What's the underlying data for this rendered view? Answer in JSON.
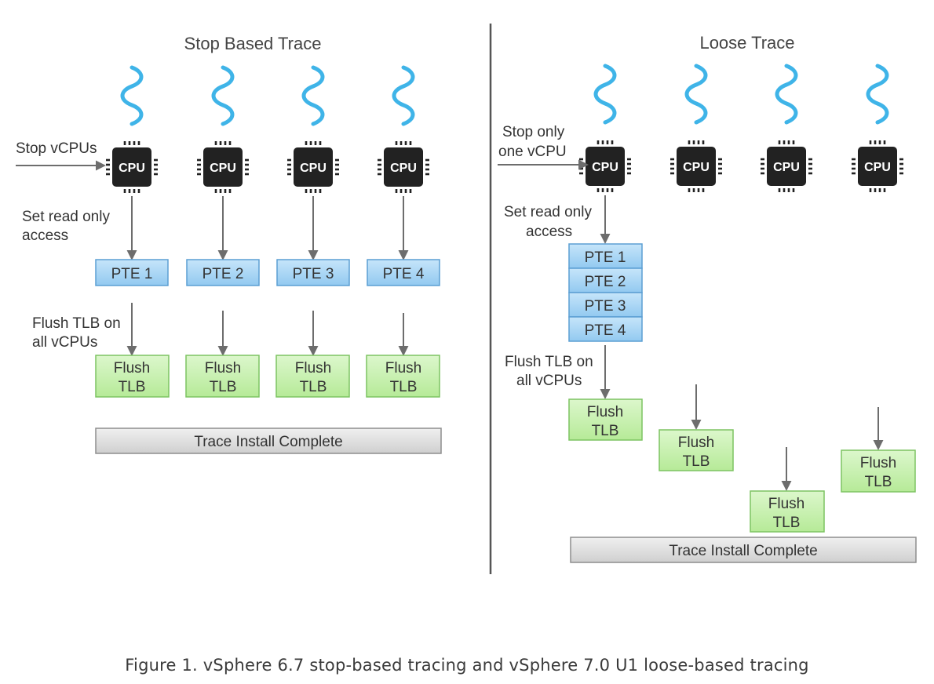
{
  "left": {
    "title": "Stop Based Trace",
    "stop_label": "Stop vCPUs",
    "set_label": [
      "Set read only",
      "access"
    ],
    "flush_label": [
      "Flush TLB on",
      "all vCPUs"
    ],
    "cpus": [
      "CPU",
      "CPU",
      "CPU",
      "CPU"
    ],
    "ptes": [
      "PTE 1",
      "PTE 2",
      "PTE 3",
      "PTE 4"
    ],
    "flush": [
      [
        "Flush",
        "TLB"
      ],
      [
        "Flush",
        "TLB"
      ],
      [
        "Flush",
        "TLB"
      ],
      [
        "Flush",
        "TLB"
      ]
    ],
    "complete": "Trace Install Complete"
  },
  "right": {
    "title": "Loose Trace",
    "stop_label": [
      "Stop only",
      "one vCPU"
    ],
    "set_label": [
      "Set read only",
      "access"
    ],
    "flush_label": [
      "Flush TLB on",
      "all vCPUs"
    ],
    "cpus": [
      "CPU",
      "CPU",
      "CPU",
      "CPU"
    ],
    "ptes": [
      "PTE 1",
      "PTE 2",
      "PTE 3",
      "PTE 4"
    ],
    "flush": [
      [
        "Flush",
        "TLB"
      ],
      [
        "Flush",
        "TLB"
      ],
      [
        "Flush",
        "TLB"
      ],
      [
        "Flush",
        "TLB"
      ]
    ],
    "complete": "Trace Install Complete"
  },
  "caption": "Figure 1. vSphere 6.7 stop-based tracing and vSphere 7.0 U1 loose-based tracing",
  "colors": {
    "wave": "#3fb4e8",
    "cpu": "#222222",
    "arrow": "#6d6d6d",
    "pte_fill": "#a9d6f5",
    "pte_border": "#5c9fd3",
    "flush_fill": "#c9f0b3",
    "flush_border": "#7dc462",
    "complete_fill": "#dedede",
    "complete_border": "#8e8e8e",
    "divider": "#555555"
  }
}
